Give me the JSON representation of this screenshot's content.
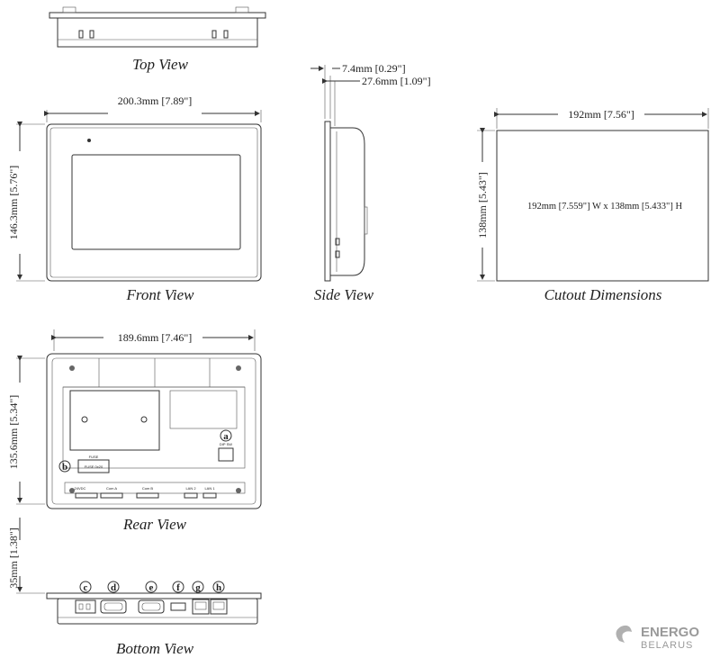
{
  "views": {
    "top": {
      "caption": "Top View"
    },
    "front": {
      "caption": "Front View",
      "width_dim": "200.3mm [7.89\"]",
      "height_dim": "146.3mm [5.76\"]"
    },
    "side": {
      "caption": "Side View",
      "depth_dim_1": "7.4mm [0.29\"]",
      "depth_dim_2": "27.6mm [1.09\"]"
    },
    "cutout": {
      "caption": "Cutout Dimensions",
      "width_dim": "192mm [7.56\"]",
      "height_dim": "138mm [5.43\"]",
      "center_label": "192mm [7.559\"] W x 138mm [5.433\"] H"
    },
    "rear": {
      "caption": "Rear View",
      "width_dim": "189.6mm [7.46\"]",
      "height_dim": "135.6mm [5.34\"]",
      "labels": {
        "fuse_title": "FUSE",
        "fuse_box": "FUSE 0x20",
        "dip": "DIP SW",
        "com_a": "Com A",
        "com_b": "Com B",
        "lan2": "LAN 2",
        "lan1": "LAN 1",
        "power": "24VDC"
      },
      "callouts": {
        "a": "a",
        "b": "b"
      }
    },
    "bottom": {
      "caption": "Bottom View",
      "height_dim": "35mm [1.38\"]",
      "callouts": [
        "c",
        "d",
        "e",
        "f",
        "g",
        "h"
      ]
    }
  },
  "watermark": {
    "line1": "ENERGO",
    "line2": "BELARUS"
  }
}
